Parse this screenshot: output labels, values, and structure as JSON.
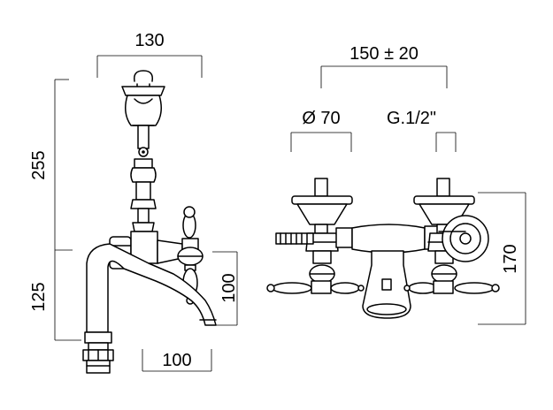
{
  "dimensions": {
    "side_width": "130",
    "side_height_upper": "255",
    "side_height_lower": "125",
    "spout_drop": "100",
    "spout_reach": "100",
    "center_distance": "150 ± 20",
    "diameter": "Ø 70",
    "thread": "G.1/2\"",
    "front_height": "170"
  }
}
